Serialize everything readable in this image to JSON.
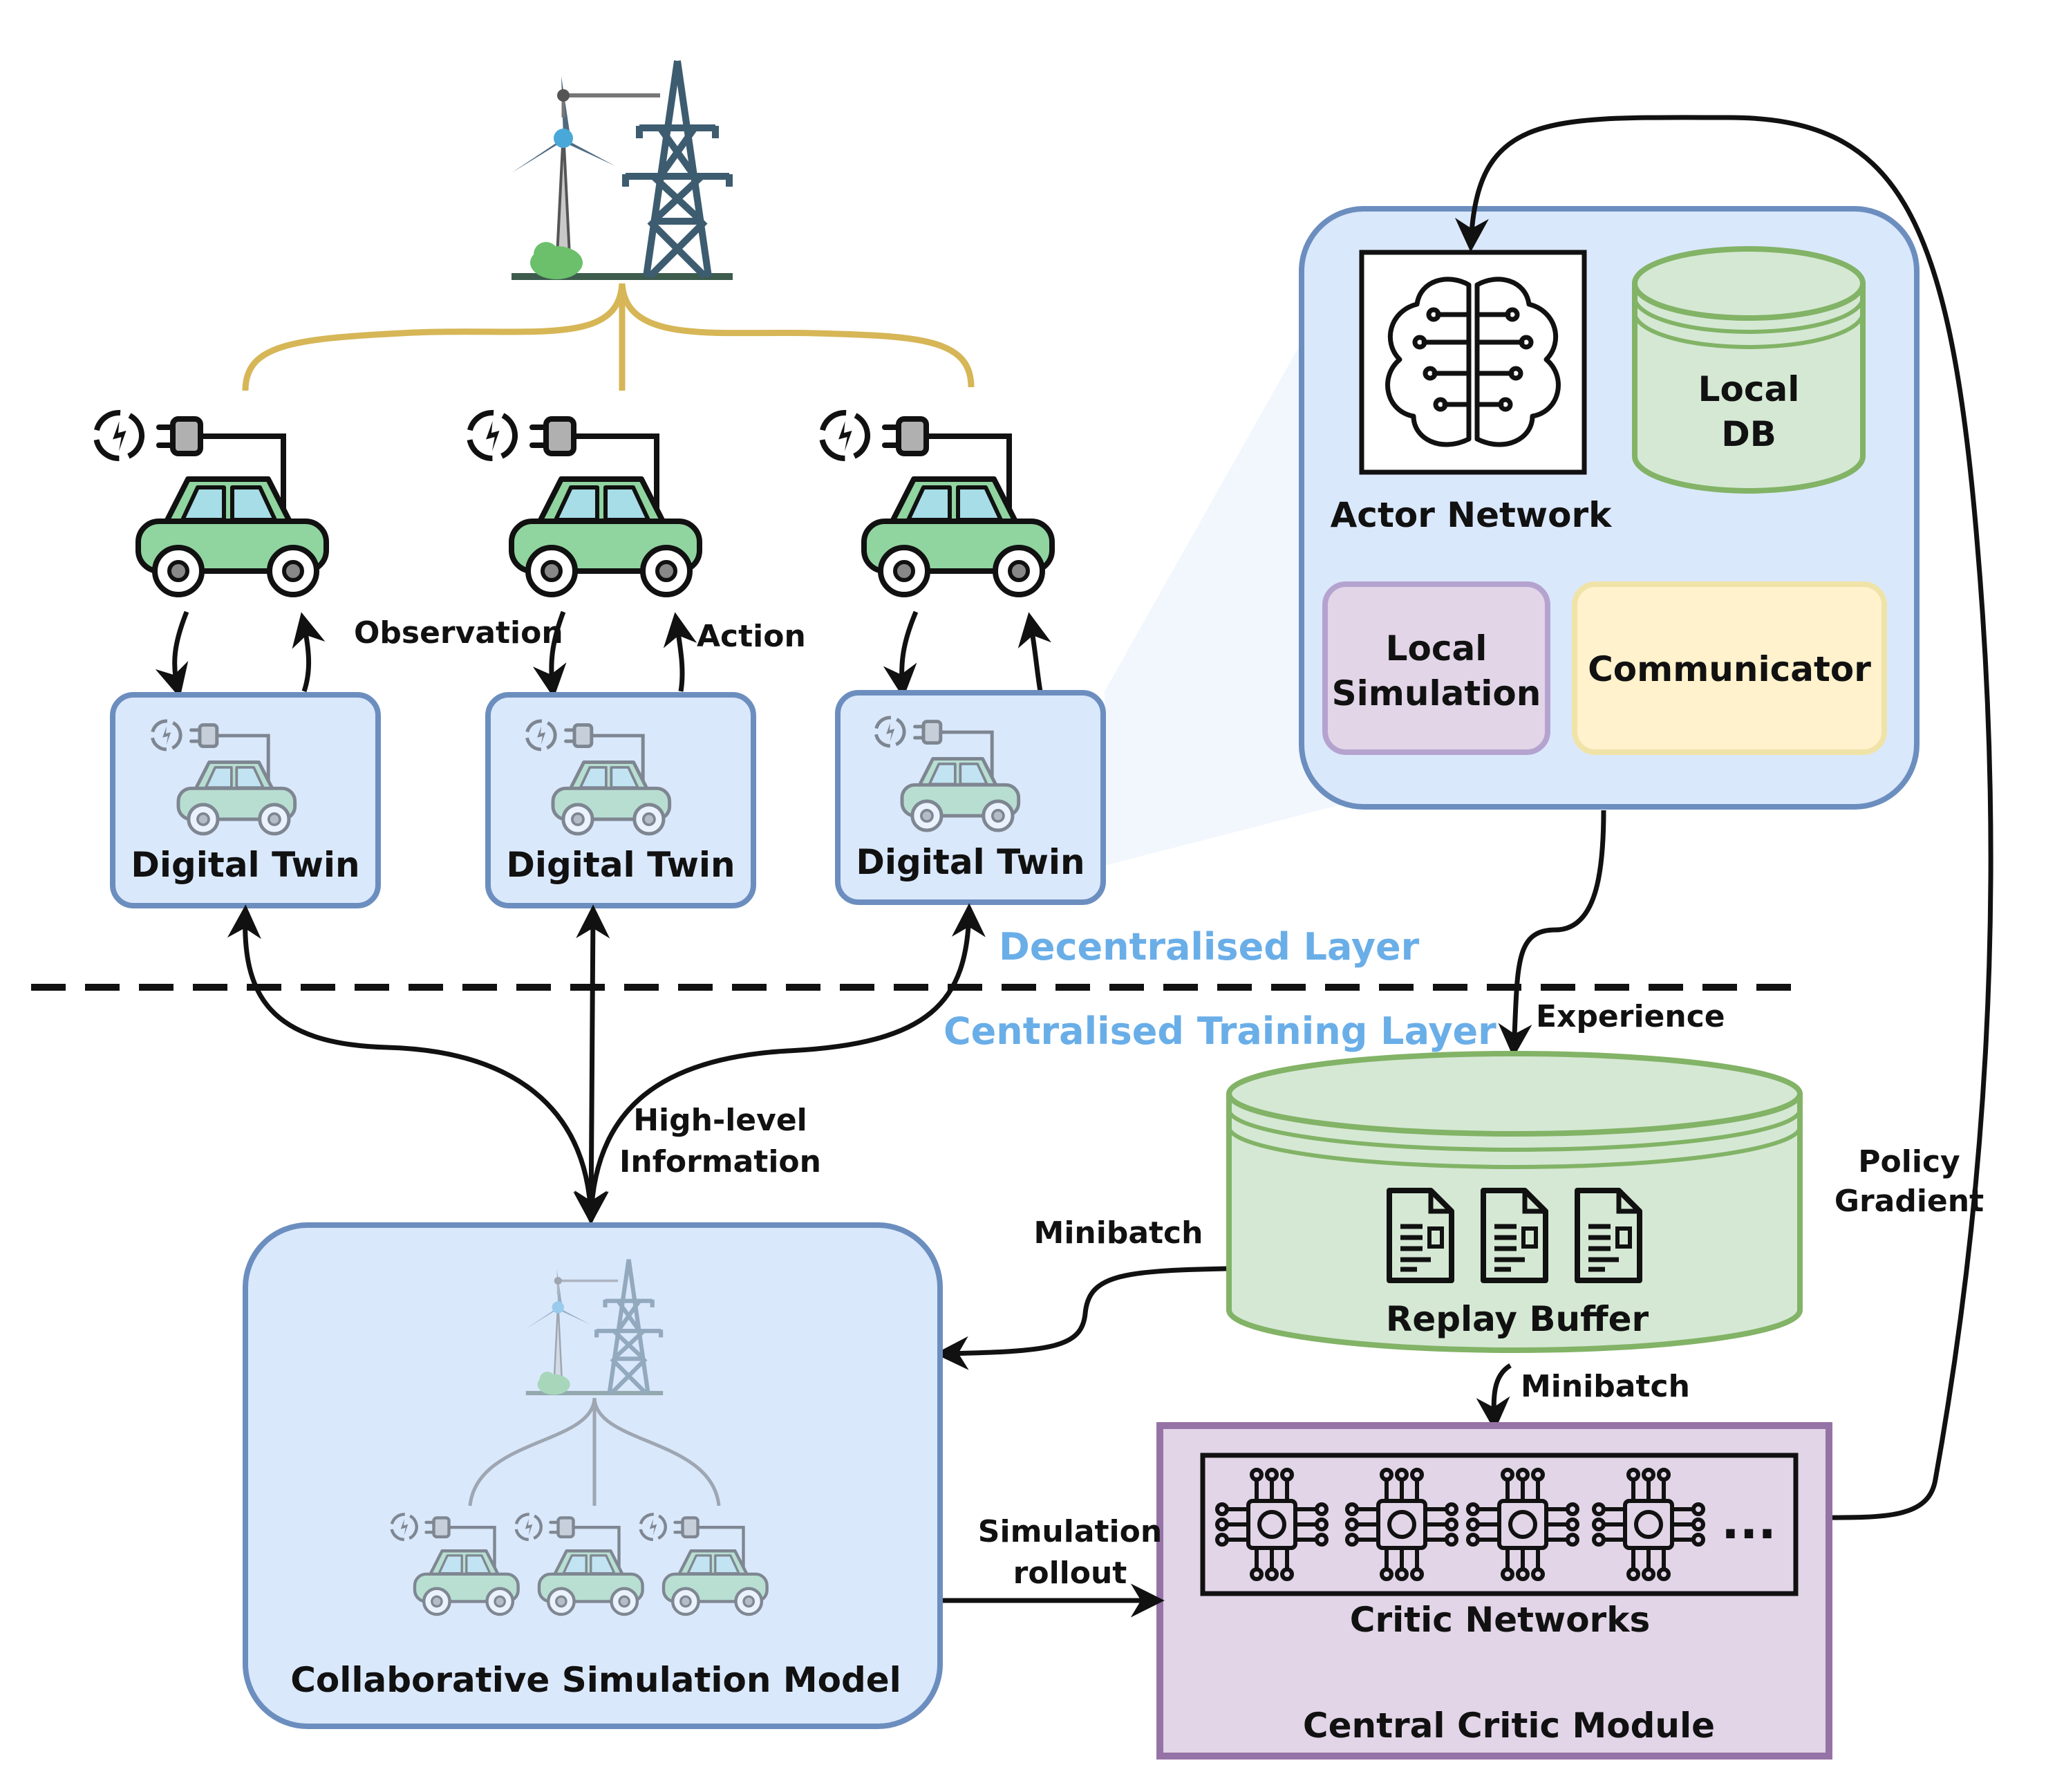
{
  "labels": {
    "digital_twin": "Digital Twin",
    "observation": "Observation",
    "action": "Action",
    "decentralised_layer": "Decentralised Layer",
    "centralised_layer": "Centralised Training Layer",
    "actor_network": "Actor Network",
    "local_db_1": "Local",
    "local_db_2": "DB",
    "local_sim_1": "Local",
    "local_sim_2": "Simulation",
    "communicator": "Communicator",
    "experience": "Experience",
    "high_level_1": "High-level",
    "high_level_2": "Information",
    "minibatch": "Minibatch",
    "replay_buffer": "Replay Buffer",
    "policy_1": "Policy",
    "policy_2": "Gradient",
    "sim_rollout_1": "Simulation",
    "sim_rollout_2": "rollout",
    "critic_networks": "Critic Networks",
    "central_critic": "Central Critic Module",
    "collab_sim": "Collaborative Simulation Model",
    "ellipsis": "..."
  },
  "colors": {
    "layer_label": "#6aaee8",
    "box_fill": "#dae8fc",
    "box_stroke": "#6c8ebf",
    "green_fill": "#d5e8d4",
    "green_stroke": "#82b366",
    "purple_fill": "#e1d5e7",
    "purple_stroke": "#9673a6",
    "yellow_fill": "#fff2cc",
    "yellow_stroke": "#d6b656",
    "grid_line": "#d6b656",
    "car_body": "#90d4a0",
    "car_window": "#a6dde6"
  },
  "icons": [
    "power-grid-icon",
    "ev-charging-icon",
    "brain-icon",
    "document-icon",
    "chip-icon"
  ]
}
